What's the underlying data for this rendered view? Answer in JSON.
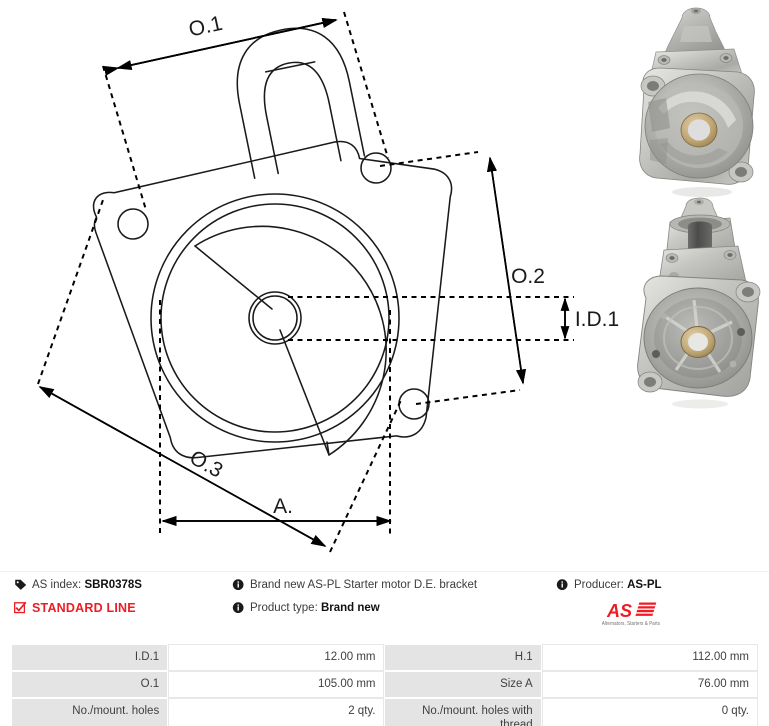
{
  "drawing": {
    "title": "Starter motor D.E. bracket technical drawing",
    "dimension_labels": {
      "o1": "O.1",
      "o2": "O.2",
      "o3": "O.3",
      "id1": "I.D.1",
      "a": "A."
    }
  },
  "photos": {
    "top_alt": "Starter motor D.E. bracket front view",
    "bottom_alt": "Starter motor D.E. bracket rear view"
  },
  "info": {
    "as_index_label": "AS index:",
    "as_index_value": "SBR0378S",
    "standard_line": "STANDARD LINE",
    "description": "Brand new AS-PL Starter motor D.E. bracket",
    "product_type_label": "Product type:",
    "product_type_value": "Brand new",
    "producer_label": "Producer:",
    "producer_value": "AS-PL",
    "logo_text": "AS",
    "logo_tagline": "Alternators, Starters & Parts",
    "accent_red": "#ee1c25"
  },
  "spec_table": {
    "rows": [
      {
        "label_left": "I.D.1",
        "value_left": "12.00 mm",
        "label_right": "H.1",
        "value_right": "112.00 mm"
      },
      {
        "label_left": "O.1",
        "value_left": "105.00 mm",
        "label_right": "Size A",
        "value_right": "76.00 mm"
      },
      {
        "label_left": "No./mount. holes",
        "value_left": "2 qty.",
        "label_right": "No./mount. holes with thread",
        "value_right": "0 qty."
      }
    ]
  }
}
